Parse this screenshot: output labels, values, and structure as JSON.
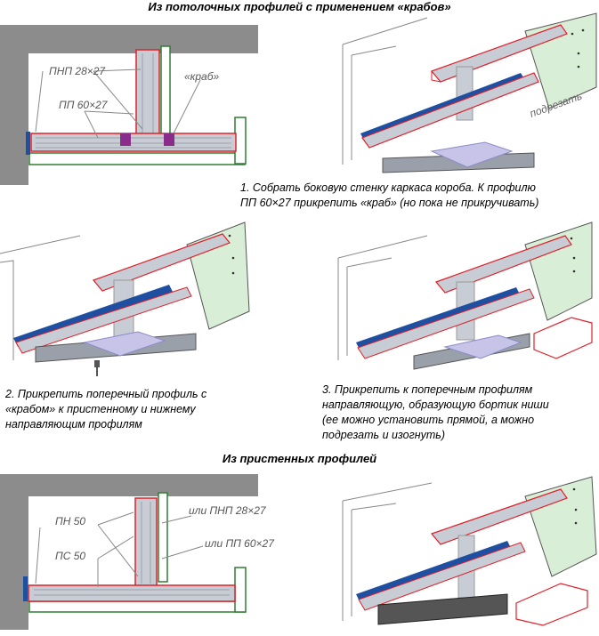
{
  "headings": {
    "top": "Из потолочных профилей с применением «крабов»",
    "bottom": "Из пристенных профилей"
  },
  "labels": {
    "pnp": "ПНП 28×27",
    "pp": "ПП 60×27",
    "krab": "«краб»",
    "podrezat": "подрезать",
    "pn50": "ПН 50",
    "ps50": "ПС 50",
    "ili_pnp": "или ПНП 28×27",
    "ili_pp": "или ПП 60×27"
  },
  "steps": [
    {
      "line1": "1. Собрать боковую стенку каркаса короба. К профилю",
      "line2": "ПП 60×27 прикрепить «краб» (но пока не прикручивать)"
    },
    {
      "line1": "2. Прикрепить поперечный профиль с",
      "line2": "«крабом» к пристенному и нижнему",
      "line3": "направляющим профилям"
    },
    {
      "line1": "3. Прикрепить к поперечным профилям",
      "line2": "направляющую, образующую бортик ниши",
      "line3": "(ее можно установить прямой, а можно",
      "line4": "подрезать и изогнуть)"
    }
  ],
  "colors": {
    "wall": "#8c8c8c",
    "profile": "#c8ccd4",
    "profile_dark": "#9aa0aa",
    "red": "#e0202a",
    "green": "#2e7d32",
    "board": "#d9eed6",
    "blue": "#1f4fa0",
    "krab": "#8a2c8a",
    "lilac": "#c8c4e8"
  }
}
